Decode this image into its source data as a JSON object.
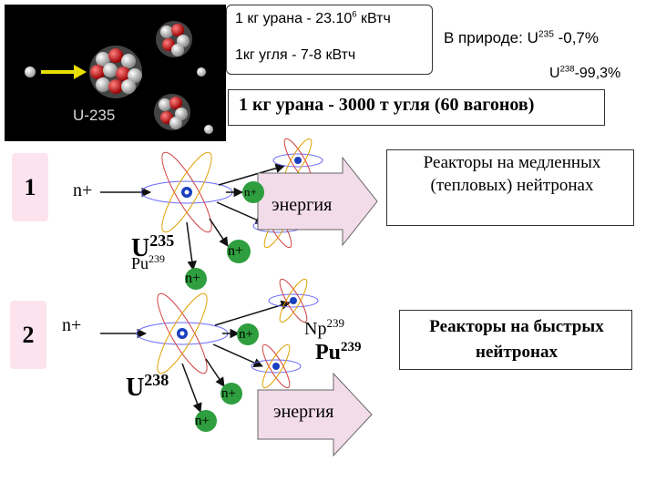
{
  "photo": {
    "caption": "U-235"
  },
  "facts": {
    "uranium_line_prefix": "1 кг урана - 23.10",
    "uranium_line_exp": "6",
    "uranium_line_suffix": " кВтч",
    "coal_line": "1кг угля - 7-8 кВтч",
    "nature_prefix": "В природе: U",
    "nature_exp": "235",
    "nature_suffix": " -0,7%",
    "u238_prefix": "U",
    "u238_exp": "238",
    "u238_suffix": "-99,3%"
  },
  "equivalence": "1 кг урана  - 3000 т угля (60 вагонов)",
  "reaction1": {
    "number": "1",
    "incoming_neutron": "n+",
    "nucleus_main": "U",
    "nucleus_main_mass": "235",
    "nucleus_alt": "Pu",
    "nucleus_alt_mass": "239",
    "neutrons": [
      "n+",
      "n+",
      "n+"
    ],
    "energy": "энергия",
    "reactor_type": "Реакторы на медленных (тепловых) нейтронах"
  },
  "reaction2": {
    "number": "2",
    "incoming_neutron": "n+",
    "nucleus": "U",
    "nucleus_mass": "238",
    "neutrons": [
      "n+",
      "n+",
      "n+"
    ],
    "product1": "Np",
    "product1_mass": "239",
    "product2": "Pu",
    "product2_mass": "239",
    "energy": "энергия",
    "reactor_type": "Реакторы на быстрых нейтронах"
  },
  "colors": {
    "arrow_fill": "#f3dcea",
    "neutron_fill": "#2e9e3e",
    "step_fill": "#fde3ee",
    "nucleus_blue": "#1a3fbf"
  }
}
